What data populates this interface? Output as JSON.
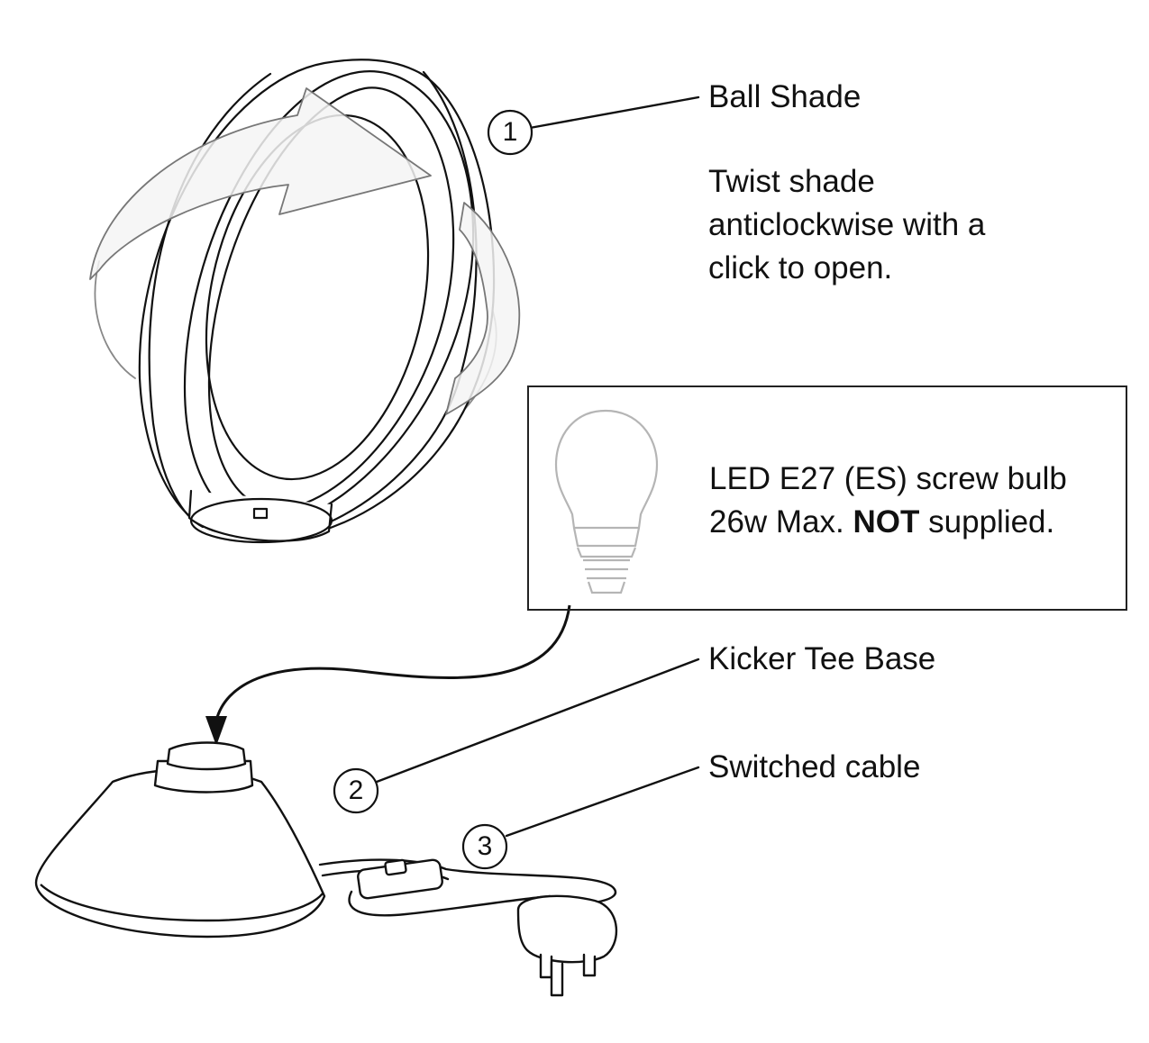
{
  "parts": [
    {
      "number": "1",
      "name": "Ball Shade"
    },
    {
      "number": "2",
      "name": "Kicker Tee Base"
    },
    {
      "number": "3",
      "name": "Switched cable"
    }
  ],
  "instruction": {
    "line1": "Twist shade",
    "line2": "anticlockwise with a",
    "line3": "click to open."
  },
  "bulb_note": {
    "line1": "LED E27 (ES) screw bulb",
    "line2_prefix": "26w Max.",
    "line2_emphasis": "NOT",
    "line2_suffix": "supplied."
  },
  "colors": {
    "line": "#111111",
    "arrow_fill": "#f4f4f4",
    "bulb_outline": "#b5b5b5"
  }
}
